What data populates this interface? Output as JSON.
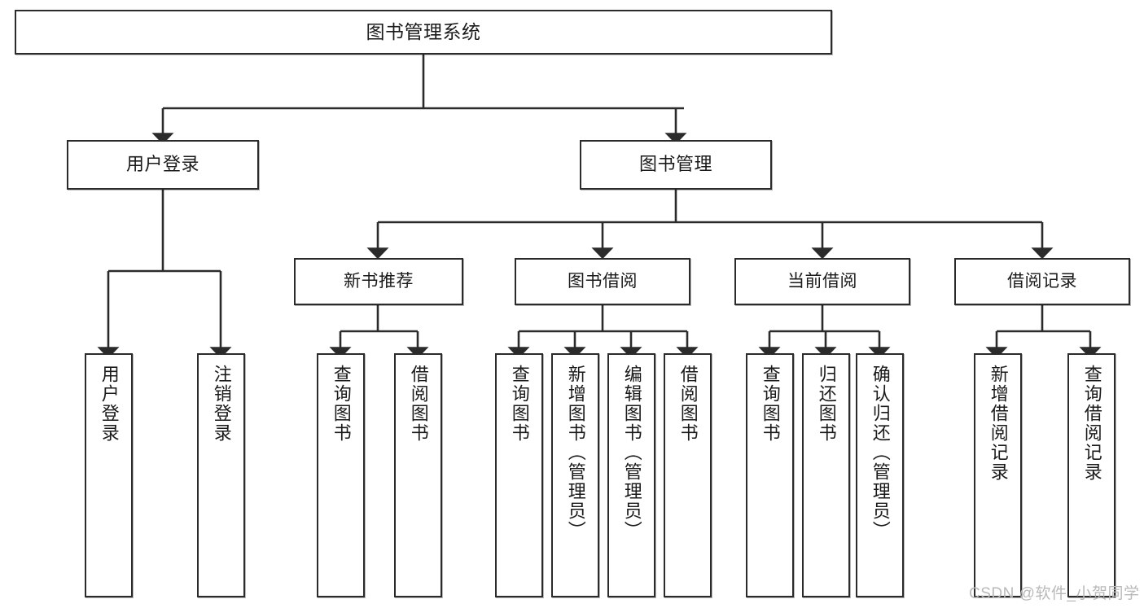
{
  "diagram": {
    "title": "图书管理系统",
    "root": {
      "label": "图书管理系统"
    },
    "level2": [
      {
        "label": "用户登录"
      },
      {
        "label": "图书管理"
      }
    ],
    "level3": [
      {
        "label": "新书推荐"
      },
      {
        "label": "图书借阅"
      },
      {
        "label": "当前借阅"
      },
      {
        "label": "借阅记录"
      }
    ],
    "leaves": [
      {
        "label": "用户登录",
        "parent": "用户登录"
      },
      {
        "label": "注销登录",
        "parent": "用户登录"
      },
      {
        "label": "查询图书",
        "parent": "新书推荐"
      },
      {
        "label": "借阅图书",
        "parent": "新书推荐"
      },
      {
        "label": "查询图书",
        "parent": "图书借阅"
      },
      {
        "label": "新增图书（管理员）",
        "parent": "图书借阅"
      },
      {
        "label": "编辑图书（管理员）",
        "parent": "图书借阅"
      },
      {
        "label": "借阅图书",
        "parent": "图书借阅"
      },
      {
        "label": "查询图书",
        "parent": "当前借阅"
      },
      {
        "label": "归还图书",
        "parent": "当前借阅"
      },
      {
        "label": "确认归还（管理员）",
        "parent": "当前借阅"
      },
      {
        "label": "新增借阅记录",
        "parent": "借阅记录"
      },
      {
        "label": "查询借阅记录",
        "parent": "借阅记录"
      }
    ],
    "watermark": "CSDN @软件_小贺同学",
    "colors": {
      "stroke": "#2b2b2b",
      "fill": "#ffffff",
      "text": "#1a1a1a",
      "watermark": "#b9b9b9"
    }
  }
}
